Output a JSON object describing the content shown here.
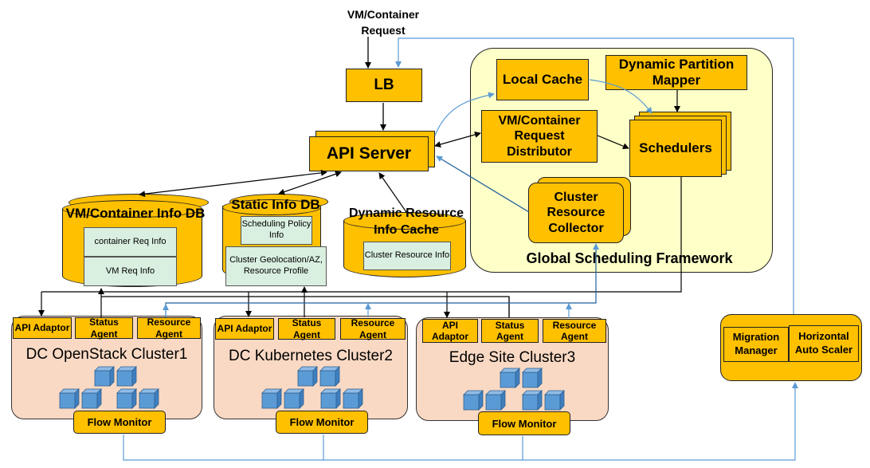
{
  "request_label": "VM/Container Request",
  "lb": "LB",
  "api_server": "API Server",
  "framework": {
    "title": "Global Scheduling Framework",
    "local_cache": "Local Cache",
    "partition_mapper": "Dynamic Partition Mapper",
    "distributor": "VM/Container Request Distributor",
    "schedulers": "Schedulers",
    "collector": "Cluster Resource Collector"
  },
  "vm_db": {
    "title": "VM/Container Info DB",
    "notes": [
      "container Req Info",
      "VM Req  Info"
    ]
  },
  "static_db": {
    "title": "Static Info DB",
    "notes": [
      "Scheduling Policy Info",
      "Cluster Geolocation/AZ, Resource Profile"
    ]
  },
  "dyn_cache": {
    "title": "Dynamic Resource Info Cache",
    "notes": [
      "Cluster Resource Info"
    ]
  },
  "clusters": [
    {
      "name": "DC OpenStack Cluster1",
      "api": "API Adaptor",
      "status": "Status Agent",
      "resource": "Resource Agent",
      "flow": "Flow Monitor"
    },
    {
      "name": "DC Kubernetes Cluster2",
      "api": "API Adaptor",
      "status": "Status Agent",
      "resource": "Resource Agent",
      "flow": "Flow Monitor"
    },
    {
      "name": "Edge Site Cluster3",
      "api": "API Adaptor",
      "status": "Status Agent",
      "resource": "Resource Agent",
      "flow": "Flow Monitor"
    }
  ],
  "migration": {
    "manager": "Migration Manager",
    "autoscaler": "Horizontal Auto Scaler"
  },
  "colors": {
    "box": "#ffc000",
    "framework": "#ffffc8",
    "cluster": "#f9d9c4",
    "note": "#d9efe0",
    "blue_line": "#5b9bd5",
    "cube": "#5b9bd5"
  }
}
